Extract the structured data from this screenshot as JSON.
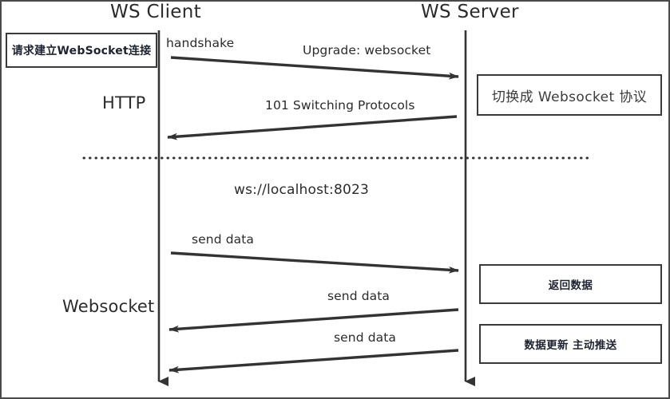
{
  "diagram": {
    "title_client": "WS Client",
    "title_server": "WS Server",
    "phases": [
      {
        "name": "http-phase-label",
        "label": "HTTP"
      },
      {
        "name": "websocket-phase-label",
        "label": "Websocket"
      }
    ],
    "url_label": "ws://localhost:8023",
    "notes": [
      {
        "name": "note-request-connect",
        "text": "请求建立WebSocket连接",
        "side": "client"
      },
      {
        "name": "note-switch-protocol",
        "text": "切换成 Websocket 协议",
        "side": "server"
      },
      {
        "name": "note-return-data",
        "text": "返回数据",
        "side": "server"
      },
      {
        "name": "note-push-data",
        "text": "数据更新 主动推送",
        "side": "server"
      }
    ],
    "messages": [
      {
        "name": "message-handshake",
        "label": "handshake",
        "direction": "client-to-server"
      },
      {
        "name": "message-upgrade",
        "label": "Upgrade: websocket",
        "direction": "client-to-server"
      },
      {
        "name": "message-101",
        "label": "101 Switching Protocols",
        "direction": "server-to-client"
      },
      {
        "name": "message-send-data-1",
        "label": "send data",
        "direction": "client-to-server"
      },
      {
        "name": "message-send-data-2",
        "label": "send data",
        "direction": "server-to-client"
      },
      {
        "name": "message-send-data-3",
        "label": "send data",
        "direction": "server-to-client"
      }
    ],
    "colors": {
      "stroke": "#3a3a3a",
      "text": "#2b2b2b",
      "note_text": "#1d2330",
      "background": "#ffffff",
      "border": "#4a4a4a"
    }
  }
}
